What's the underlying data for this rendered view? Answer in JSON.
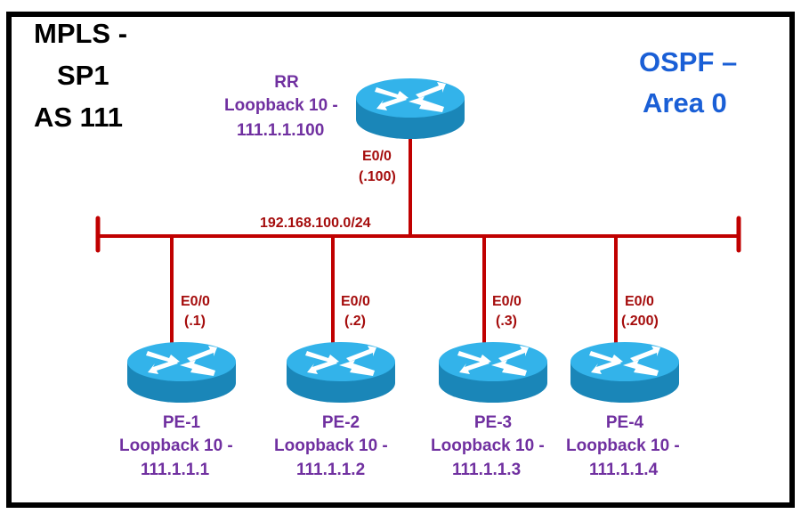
{
  "title": {
    "line1": "MPLS -",
    "line2": "SP1",
    "line3": "AS 111"
  },
  "protocol": {
    "line1": "OSPF –",
    "line2": "Area 0"
  },
  "colors": {
    "link": "#c00000",
    "label_red": "#a50d0d",
    "router_label": "#7030a0",
    "protocol_label": "#1a5fd6",
    "router_top": "#33b3ea",
    "router_side": "#1a86b8"
  },
  "network": {
    "subnet": "192.168.100.0/24"
  },
  "routers": [
    {
      "id": "rr",
      "name": "RR",
      "loopback": "Loopback 10  -",
      "ip": "111.1.1.100",
      "iface": "E0/0",
      "host": "(.100)"
    },
    {
      "id": "pe1",
      "name": "PE-1",
      "loopback": "Loopback 10  -",
      "ip": "111.1.1.1",
      "iface": "E0/0",
      "host": "(.1)"
    },
    {
      "id": "pe2",
      "name": "PE-2",
      "loopback": "Loopback 10  -",
      "ip": "111.1.1.2",
      "iface": "E0/0",
      "host": "(.2)"
    },
    {
      "id": "pe3",
      "name": "PE-3",
      "loopback": "Loopback 10  -",
      "ip": "111.1.1.3",
      "iface": "E0/0",
      "host": "(.3)"
    },
    {
      "id": "pe4",
      "name": "PE-4",
      "loopback": "Loopback 10  -",
      "ip": "111.1.1.4",
      "iface": "E0/0",
      "host": "(.200)"
    }
  ]
}
